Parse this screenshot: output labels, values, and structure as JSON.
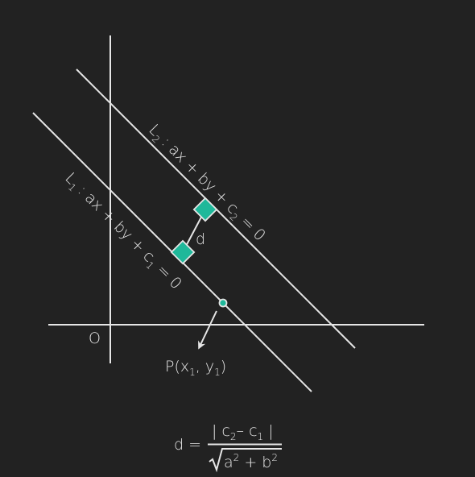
{
  "colors": {
    "background": "#222222",
    "stroke": "#e6e6e6",
    "accent": "#1fb89a"
  },
  "labels": {
    "origin": "O",
    "distance": "d",
    "line1": {
      "name": "L",
      "sub": "1",
      "equation": ": ax + by + c",
      "csub": "1",
      "tail": " = 0"
    },
    "line2": {
      "name": "L",
      "sub": "2",
      "equation": ": ax + by + c",
      "csub": "2",
      "tail": " = 0"
    },
    "point": {
      "open": "P(x",
      "xsub": "1",
      "mid": ", y",
      "ysub": "1",
      "close": ")"
    }
  },
  "formula": {
    "lhs": "d =",
    "num_open": "| c",
    "num_sub2": "2",
    "num_mid": "– c",
    "num_sub1": "1",
    "num_close": " |",
    "den_a": "a",
    "den_plus": " + b",
    "exp": "2"
  }
}
